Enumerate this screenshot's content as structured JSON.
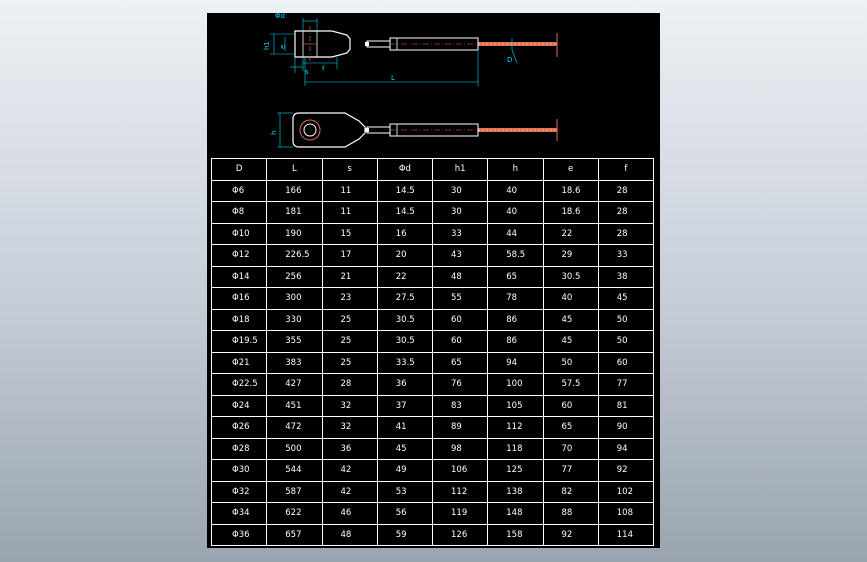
{
  "colors": {
    "background": "#000000",
    "part_outline": "#ffffff",
    "dimension_lines": "#00d7ff",
    "cable": "#e07050",
    "table_lines": "#ffffff"
  },
  "dimension_labels": {
    "d": "Φd",
    "h1": "h1",
    "e": "e",
    "s": "s",
    "f": "f",
    "L": "L",
    "D": "D",
    "h": "h"
  },
  "table": {
    "headers": [
      "D",
      "L",
      "s",
      "Φd",
      "h1",
      "h",
      "e",
      "f"
    ],
    "rows": [
      [
        "Φ6",
        "166",
        "11",
        "14.5",
        "30",
        "40",
        "18.6",
        "28"
      ],
      [
        "Φ8",
        "181",
        "11",
        "14.5",
        "30",
        "40",
        "18.6",
        "28"
      ],
      [
        "Φ10",
        "190",
        "15",
        "16",
        "33",
        "44",
        "22",
        "28"
      ],
      [
        "Φ12",
        "226.5",
        "17",
        "20",
        "43",
        "58.5",
        "29",
        "33"
      ],
      [
        "Φ14",
        "256",
        "21",
        "22",
        "48",
        "65",
        "30.5",
        "38"
      ],
      [
        "Φ16",
        "300",
        "23",
        "27.5",
        "55",
        "78",
        "40",
        "45"
      ],
      [
        "Φ18",
        "330",
        "25",
        "30.5",
        "60",
        "86",
        "45",
        "50"
      ],
      [
        "Φ19.5",
        "355",
        "25",
        "30.5",
        "60",
        "86",
        "45",
        "50"
      ],
      [
        "Φ21",
        "383",
        "25",
        "33.5",
        "65",
        "94",
        "50",
        "60"
      ],
      [
        "Φ22.5",
        "427",
        "28",
        "36",
        "76",
        "100",
        "57.5",
        "77"
      ],
      [
        "Φ24",
        "451",
        "32",
        "37",
        "83",
        "105",
        "60",
        "81"
      ],
      [
        "Φ26",
        "472",
        "32",
        "41",
        "89",
        "112",
        "65",
        "90"
      ],
      [
        "Φ28",
        "500",
        "36",
        "45",
        "98",
        "118",
        "70",
        "94"
      ],
      [
        "Φ30",
        "544",
        "42",
        "49",
        "106",
        "125",
        "77",
        "92"
      ],
      [
        "Φ32",
        "587",
        "42",
        "53",
        "112",
        "138",
        "82",
        "102"
      ],
      [
        "Φ34",
        "622",
        "46",
        "56",
        "119",
        "148",
        "88",
        "108"
      ],
      [
        "Φ36",
        "657",
        "48",
        "59",
        "126",
        "158",
        "92",
        "114"
      ]
    ]
  }
}
